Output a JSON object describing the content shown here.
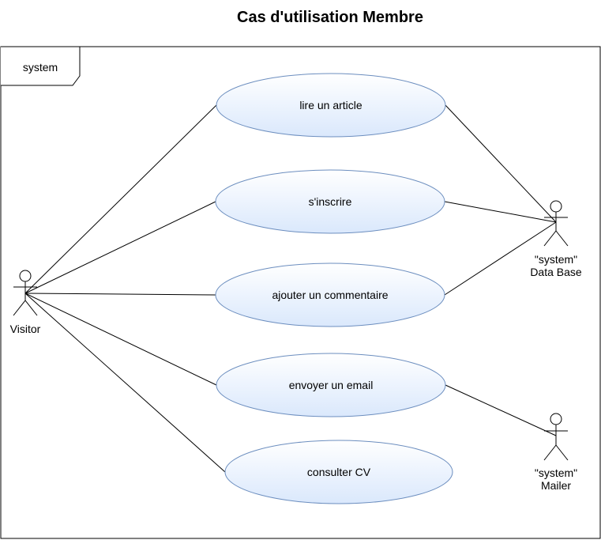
{
  "title": "Cas d'utilisation Membre",
  "system_frame": {
    "label": "system"
  },
  "actors": {
    "visitor": {
      "name": "Visitor"
    },
    "database": {
      "stereotype": "\"system\"",
      "name": "Data Base"
    },
    "mailer": {
      "stereotype": "\"system\"",
      "name": "Mailer"
    }
  },
  "use_cases": {
    "lire_article": "lire un article",
    "sinscrire": "s'inscrire",
    "ajouter_commentaire": "ajouter un commentaire",
    "envoyer_email": "envoyer un email",
    "consulter_cv": "consulter CV"
  },
  "colors": {
    "use_case_fill_top": "#ffffff",
    "use_case_fill_bottom": "#dae8fc",
    "use_case_stroke": "#6c8ebf",
    "line": "#000000"
  }
}
